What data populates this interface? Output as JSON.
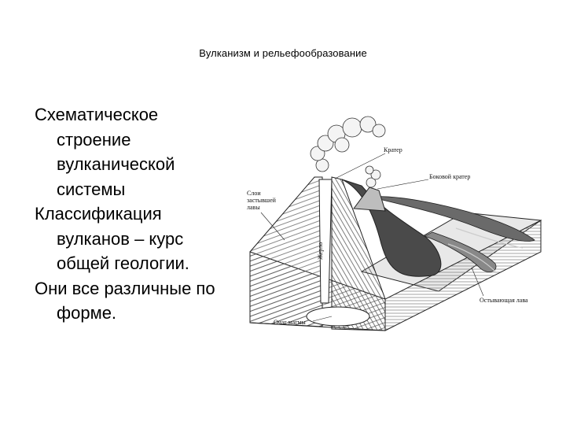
{
  "slide": {
    "title": "Вулканизм и рельефообразование",
    "paragraphs": [
      "Схематическое строение вулканической системы",
      "Классификация вулканов – курс общей геологии.",
      "Они все различные по форме."
    ]
  },
  "figure": {
    "labels": {
      "crater": "Кратер",
      "side_crater": "Боковой кратер",
      "lava_layers_1": "Слои",
      "lava_layers_2": "застывшей",
      "lava_layers_3": "лавы",
      "vent": "Жерло",
      "cooling_lava": "Остывающая лава",
      "magma_chamber": "Очаг магмы"
    }
  }
}
